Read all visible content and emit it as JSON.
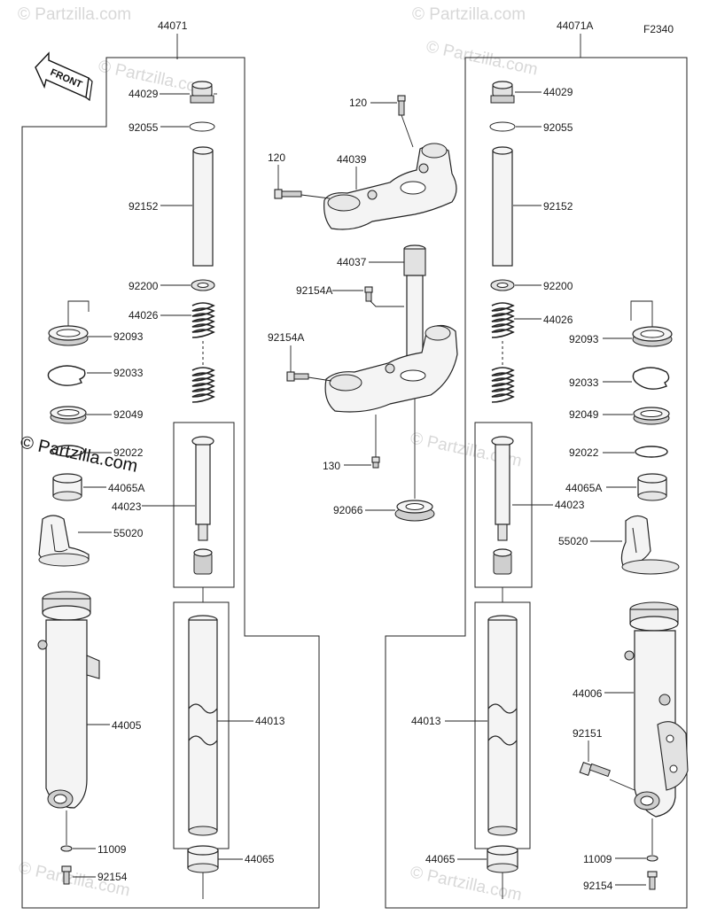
{
  "figure_code": "F2340",
  "front_label": "FRONT",
  "watermark_text": "© Partzilla.com",
  "labels": {
    "l44071": "44071",
    "r44071A": "44071A",
    "l44029": "44029",
    "l92055": "92055",
    "l92152": "92152",
    "l92200": "92200",
    "l44026": "44026",
    "l92093": "92093",
    "l92033": "92033",
    "l92049": "92049",
    "l92022": "92022",
    "l44065A": "44065A",
    "l44023": "44023",
    "l55020": "55020",
    "l44005": "44005",
    "l44013": "44013",
    "l11009": "11009",
    "l92154": "92154",
    "l44065": "44065",
    "c120a": "120",
    "c120b": "120",
    "c44039": "44039",
    "c44037": "44037",
    "c92154Aa": "92154A",
    "c92154Ab": "92154A",
    "c130": "130",
    "c92066": "92066",
    "r44029": "44029",
    "r92055": "92055",
    "r92152": "92152",
    "r92200": "92200",
    "r44026": "44026",
    "r92093": "92093",
    "r92033": "92033",
    "r92049": "92049",
    "r92022": "92022",
    "r44065A": "44065A",
    "r44023": "44023",
    "r55020": "55020",
    "r44006": "44006",
    "r44013": "44013",
    "r92151": "92151",
    "r11009": "11009",
    "r92154": "92154",
    "r44065": "44065"
  }
}
